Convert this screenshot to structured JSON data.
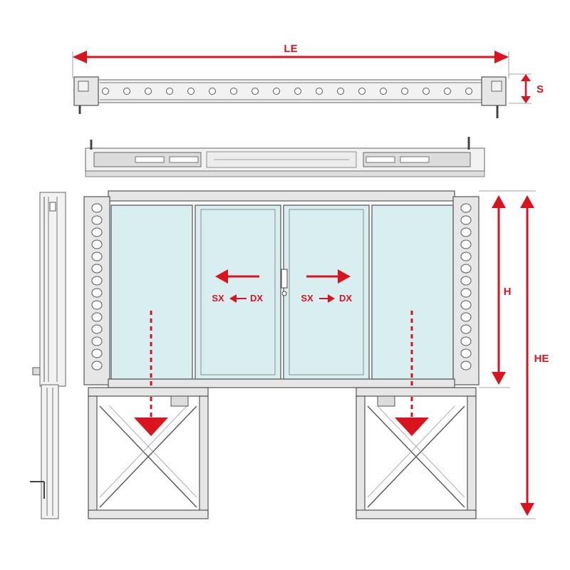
{
  "dimensions": {
    "le": "LE",
    "s": "S",
    "h": "H",
    "he": "HE"
  },
  "directions": {
    "left_sx": "SX",
    "left_dx": "DX",
    "right_sx": "SX",
    "right_dx": "DX"
  },
  "colors": {
    "accent": "#d9141f",
    "glass": "#d8eef0",
    "frame": "#e6e6e6",
    "line": "#555555"
  }
}
